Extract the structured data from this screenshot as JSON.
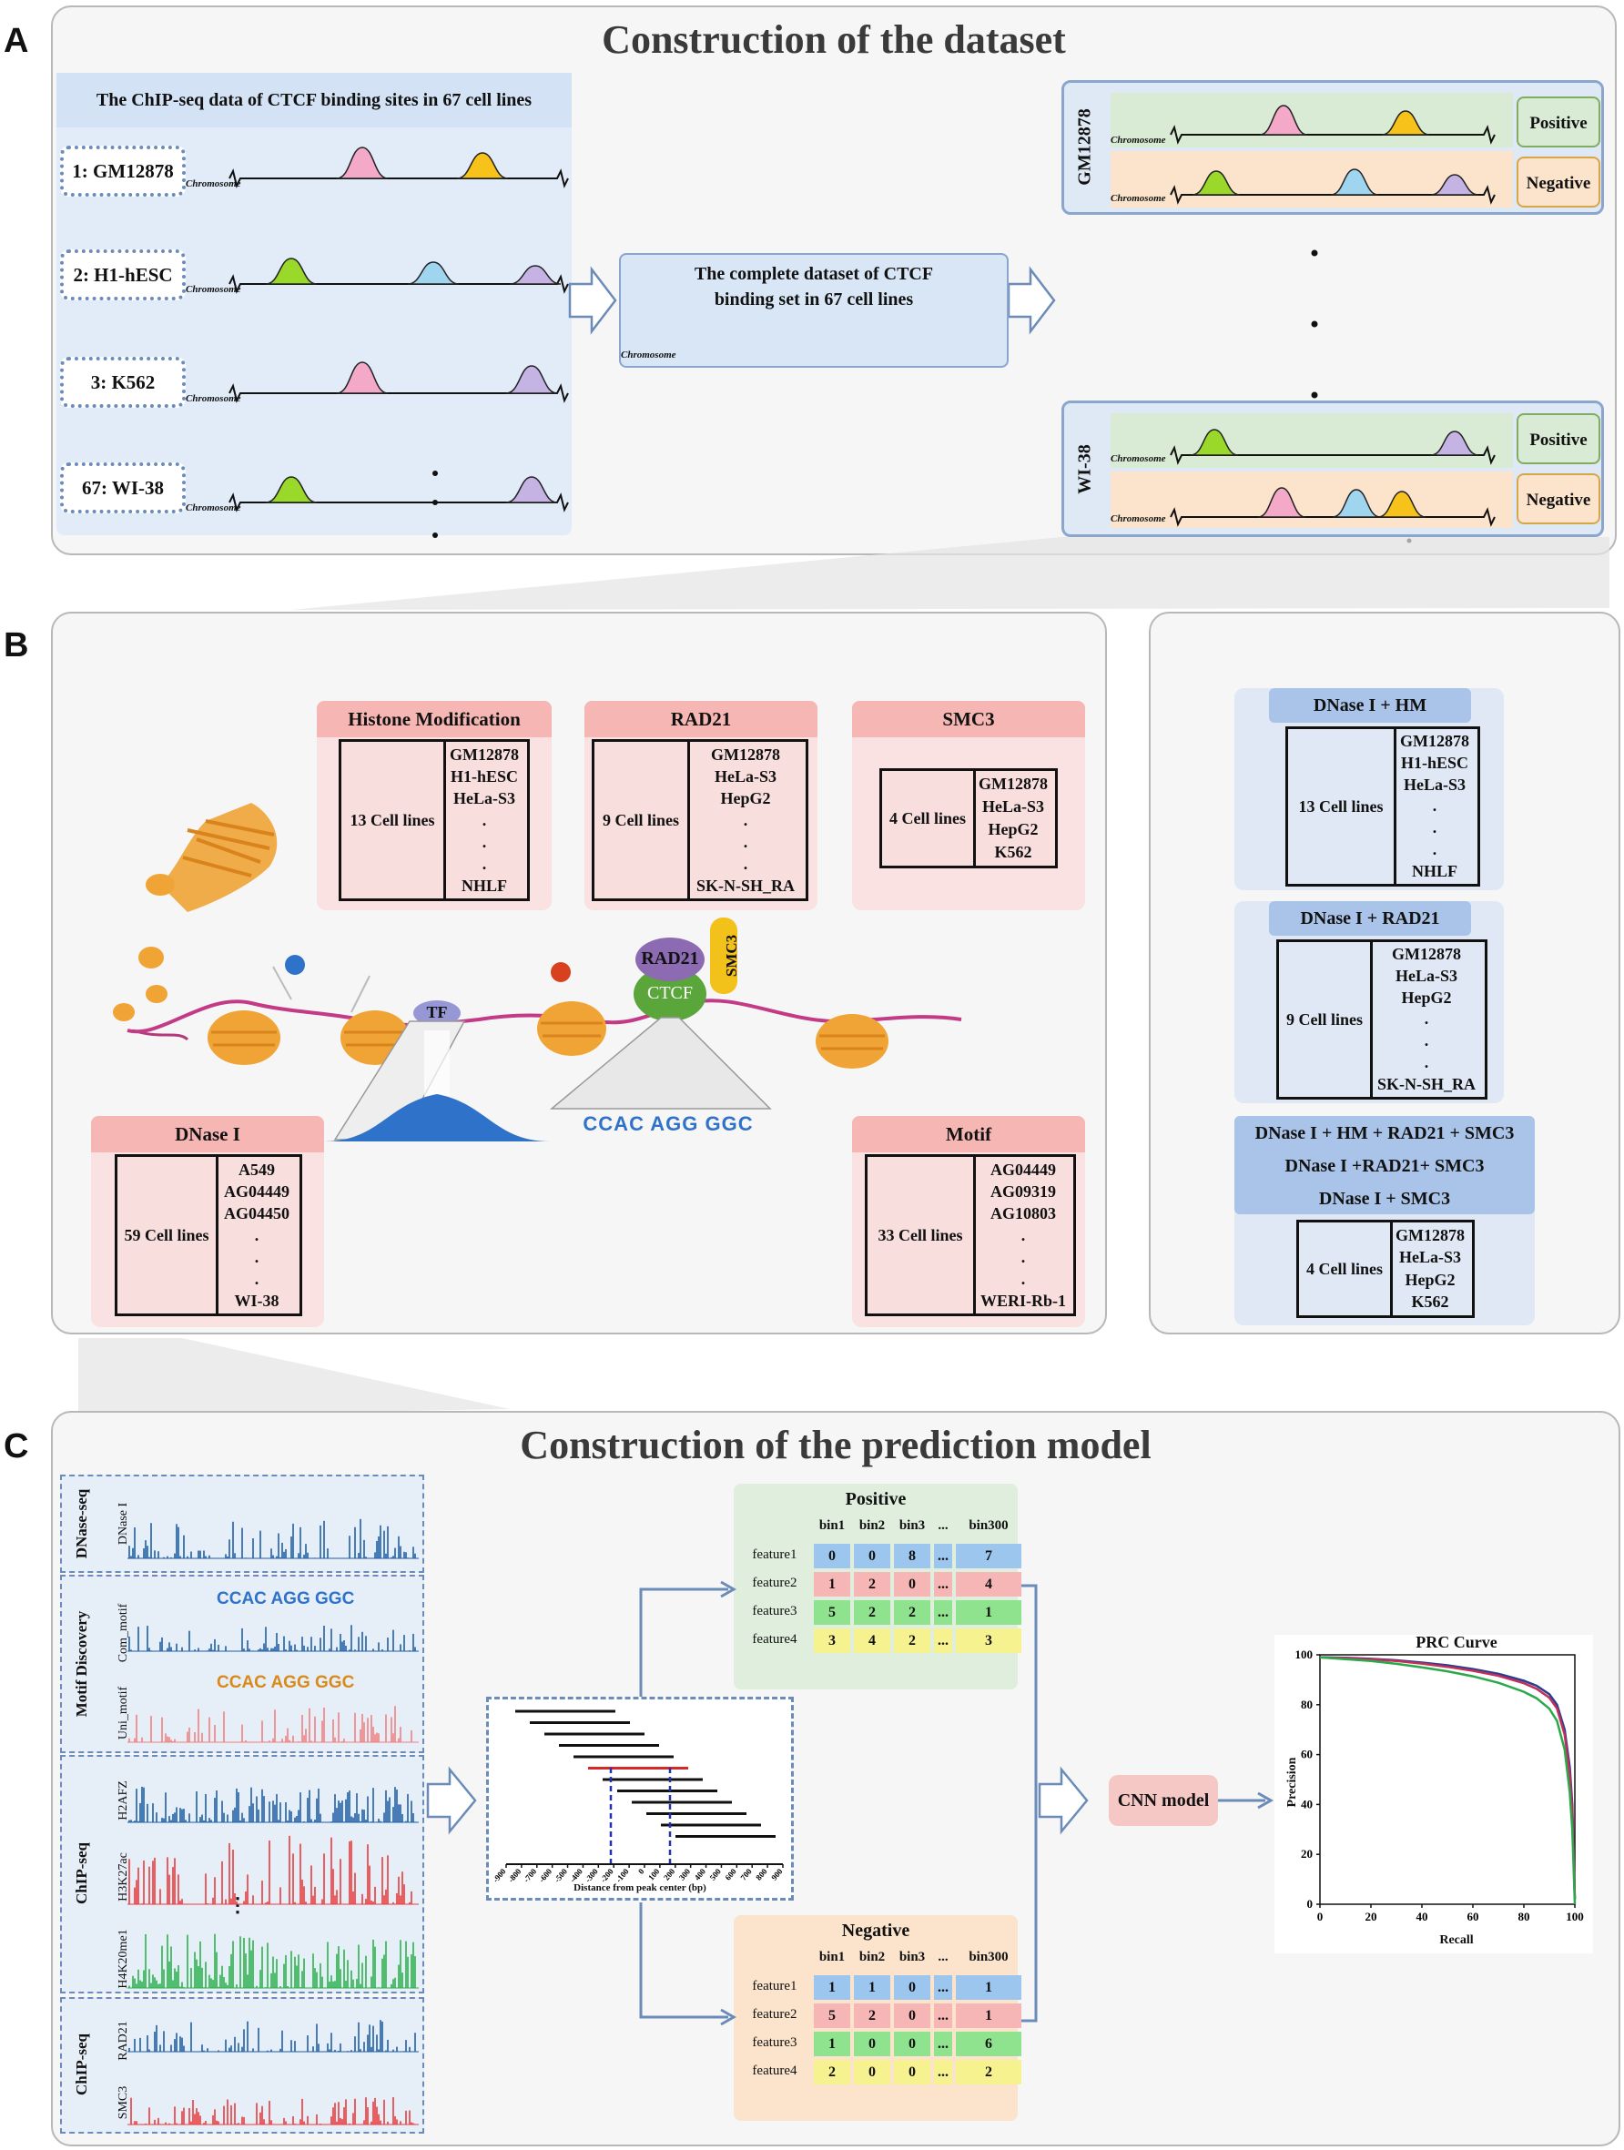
{
  "panels": {
    "a": {
      "letter": "A",
      "title": "Construction of the dataset"
    },
    "b": {
      "letter": "B",
      "title_single": "Single features",
      "title_combined": "Combined features"
    },
    "c": {
      "letter": "C",
      "title": "Construction of the prediction model"
    }
  },
  "panel_a": {
    "source_header": "The ChIP-seq data of CTCF binding sites in 67 cell lines",
    "cell_lines": [
      "1: GM12878",
      "2: H1-hESC",
      "3: K562",
      "67: WI-38"
    ],
    "chromosome_label": "Chromosome",
    "complete_dataset": [
      "The complete dataset of CTCF",
      "binding set in 67 cell lines"
    ],
    "right_blocks": [
      {
        "cell": "GM12878",
        "pos": "Positive",
        "neg": "Negative"
      },
      {
        "cell": "WI-38",
        "pos": "Positive",
        "neg": "Negative"
      }
    ]
  },
  "panel_b": {
    "histone": {
      "title": "Histone Modification",
      "count": "13 Cell lines",
      "items": [
        "GM12878",
        "H1-hESC",
        "HeLa-S3",
        ".",
        ".",
        ".",
        "NHLF"
      ]
    },
    "rad21": {
      "title": "RAD21",
      "count": "9 Cell lines",
      "items": [
        "GM12878",
        "HeLa-S3",
        "HepG2",
        ".",
        ".",
        ".",
        "SK-N-SH_RA"
      ]
    },
    "smc3": {
      "title": "SMC3",
      "count": "4 Cell lines",
      "items": [
        "GM12878",
        "HeLa-S3",
        "HepG2",
        "K562"
      ]
    },
    "dnase": {
      "title": "DNase I",
      "count": "59 Cell lines",
      "items": [
        "A549",
        "AG04449",
        "AG04450",
        ".",
        ".",
        ".",
        "WI-38"
      ]
    },
    "motif": {
      "title": "Motif",
      "count": "33 Cell lines",
      "items": [
        "AG04449",
        "AG09319",
        "AG10803",
        ".",
        ".",
        ".",
        "WERI-Rb-1"
      ]
    },
    "proteins": {
      "tf": "TF",
      "rad21": "RAD21",
      "ctcf": "CTCF",
      "smc3": "SMC3"
    },
    "motif_logo": "CCAC AGG GGC",
    "combined": {
      "dnase_hm": {
        "title": "DNase I + HM",
        "count": "13 Cell lines",
        "items": [
          "GM12878",
          "H1-hESC",
          "HeLa-S3",
          ".",
          ".",
          ".",
          "NHLF"
        ]
      },
      "dnase_rad21": {
        "title": "DNase I + RAD21",
        "count": "9 Cell lines",
        "items": [
          "GM12878",
          "HeLa-S3",
          "HepG2",
          ".",
          ".",
          ".",
          "SK-N-SH_RA"
        ]
      },
      "multi": {
        "titles": [
          "DNase I + HM + RAD21 +  SMC3",
          "DNase I +RAD21+ SMC3",
          "DNase I + SMC3"
        ],
        "count": "4 Cell lines",
        "items": [
          "GM12878",
          "HeLa-S3",
          "HepG2",
          "K562"
        ]
      }
    }
  },
  "panel_c": {
    "groups": [
      {
        "name": "DNase-seq",
        "tracks": [
          "DNase I"
        ]
      },
      {
        "name": "Motif Discovery",
        "tracks": [
          "Com_motif",
          "Uni_motif"
        ]
      },
      {
        "name": "ChIP-seq",
        "tracks": [
          "H2AFZ",
          "H3K27ac",
          "H4K20me1"
        ]
      },
      {
        "name": "ChIP-seq",
        "tracks": [
          "RAD21",
          "SMC3"
        ]
      }
    ],
    "ellipsis": "⋮",
    "bins_axis": {
      "label": "Distance from peak center (bp)",
      "ticks": [
        "-900",
        "-800",
        "-700",
        "-600",
        "-500",
        "-400",
        "-300",
        "-200",
        "-100",
        "0",
        "100",
        "200",
        "300",
        "400",
        "500",
        "600",
        "700",
        "800",
        "900"
      ]
    },
    "positive": {
      "title": "Positive",
      "columns": [
        "bin1",
        "bin2",
        "bin3",
        "...",
        "bin300"
      ],
      "rows": [
        {
          "label": "feature1",
          "values": [
            "0",
            "0",
            "8",
            "...",
            "7"
          ]
        },
        {
          "label": "feature2",
          "values": [
            "1",
            "2",
            "0",
            "...",
            "4"
          ]
        },
        {
          "label": "feature3",
          "values": [
            "5",
            "2",
            "2",
            "...",
            "1"
          ]
        },
        {
          "label": "feature4",
          "values": [
            "3",
            "4",
            "2",
            "...",
            "3"
          ]
        }
      ]
    },
    "negative": {
      "title": "Negative",
      "columns": [
        "bin1",
        "bin2",
        "bin3",
        "...",
        "bin300"
      ],
      "rows": [
        {
          "label": "feature1",
          "values": [
            "1",
            "1",
            "0",
            "...",
            "1"
          ]
        },
        {
          "label": "feature2",
          "values": [
            "5",
            "2",
            "0",
            "...",
            "1"
          ]
        },
        {
          "label": "feature3",
          "values": [
            "1",
            "0",
            "0",
            "...",
            "6"
          ]
        },
        {
          "label": "feature4",
          "values": [
            "2",
            "0",
            "0",
            "...",
            "2"
          ]
        }
      ]
    },
    "row_colors": [
      "#9dc6ef",
      "#f6b6b6",
      "#8fe38f",
      "#f5f28f"
    ],
    "cnn_label": "CNN model"
  },
  "chart_data": {
    "type": "line",
    "title": "PRC Curve",
    "xlabel": "Recall",
    "ylabel": "Precision",
    "xlim": [
      0,
      100
    ],
    "ylim": [
      0,
      100
    ],
    "xticks": [
      "0",
      "20",
      "40",
      "60",
      "80",
      "100"
    ],
    "yticks": [
      "0",
      "20",
      "40",
      "60",
      "80",
      "100"
    ],
    "series": [
      {
        "color": "#2b3d8f",
        "x": [
          0,
          10,
          20,
          30,
          40,
          50,
          60,
          70,
          80,
          85,
          90,
          93,
          96,
          98,
          99,
          100
        ],
        "y": [
          99,
          98.8,
          98.4,
          97.8,
          96.9,
          95.8,
          94.3,
          92.4,
          89.6,
          87.6,
          84.2,
          80,
          70,
          55,
          40,
          2
        ]
      },
      {
        "color": "#c0305a",
        "x": [
          0,
          10,
          20,
          30,
          40,
          50,
          60,
          70,
          80,
          85,
          90,
          93,
          96,
          98,
          99,
          100
        ],
        "y": [
          99,
          98.7,
          98.2,
          97.5,
          96.5,
          95.2,
          93.6,
          91.6,
          88.6,
          86.4,
          82.8,
          78.5,
          68,
          52,
          37,
          2
        ]
      },
      {
        "color": "#2aa84a",
        "x": [
          0,
          10,
          20,
          30,
          40,
          50,
          60,
          70,
          80,
          85,
          90,
          93,
          96,
          98,
          99,
          100
        ],
        "y": [
          99,
          98.3,
          97.5,
          96.4,
          95,
          93.4,
          91.4,
          88.8,
          85.2,
          82.6,
          78.4,
          73.5,
          62,
          45,
          30,
          0
        ]
      }
    ]
  }
}
